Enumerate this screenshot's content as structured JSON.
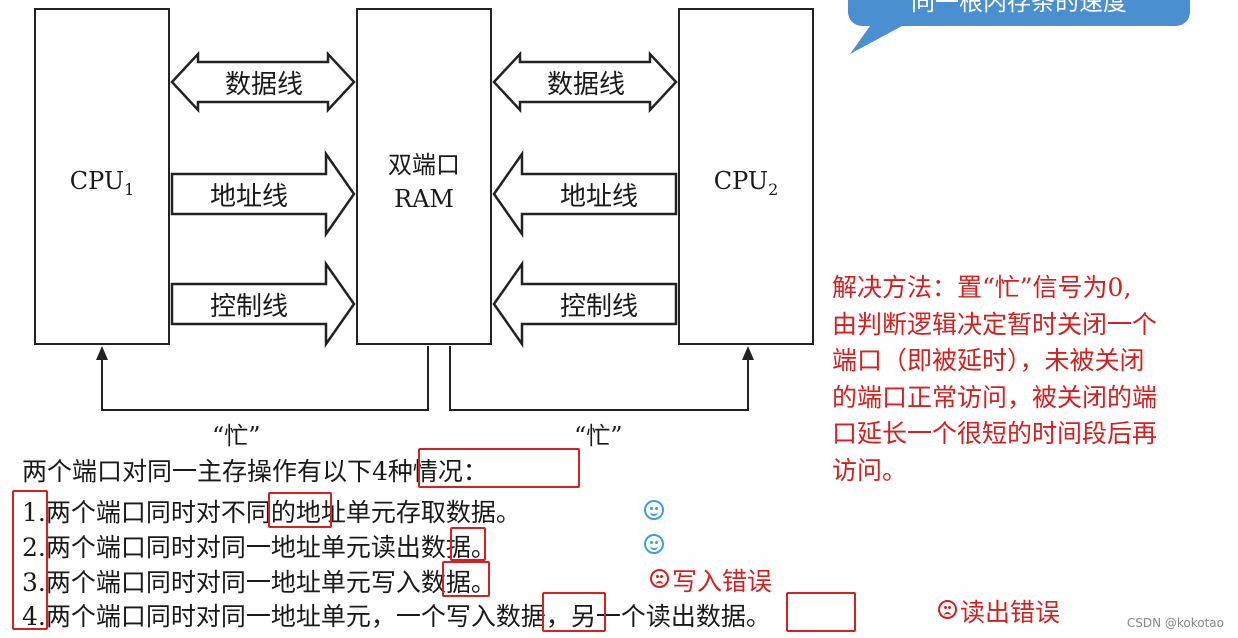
{
  "callout": {
    "text": "同一根内存条的速度"
  },
  "diagram": {
    "cpu1": {
      "label": "CPU",
      "sub": "1"
    },
    "cpu2": {
      "label": "CPU",
      "sub": "2"
    },
    "ram": {
      "line1": "双端口",
      "line2": "RAM"
    },
    "left_arrows": [
      "数据线",
      "地址线",
      "控制线"
    ],
    "right_arrows": [
      "数据线",
      "地址线",
      "控制线"
    ],
    "busy_left": "“忙”",
    "busy_right": "“忙”"
  },
  "solution": {
    "lines": [
      "解决方法：置“忙”信号为0,",
      "由判断逻辑决定暂时关闭一个",
      "端口（即被延时），未被关闭",
      "的端口正常访问，被关闭的端",
      "口延长一个很短的时间段后再",
      "访问。"
    ]
  },
  "cases": {
    "intro": "两个端口对同一主存操作有以下4种情况：",
    "items": [
      {
        "num": "1.",
        "text": "两个端口同时对不同的地址单元存取数据。",
        "status": "smile",
        "note": ""
      },
      {
        "num": "2.",
        "text": "两个端口同时对同一地址单元读出数据。",
        "status": "smile",
        "note": ""
      },
      {
        "num": "3.",
        "text": "两个端口同时对同一地址单元写入数据。",
        "status": "frown",
        "note": "写入错误"
      },
      {
        "num": "4.",
        "text": "两个端口同时对同一地址单元，一个写入数据，另一个读出数据。",
        "status": "frown",
        "note": "读出错误"
      }
    ]
  },
  "watermark": "CSDN @kokotao",
  "colors": {
    "accent_red": "#d61f1f",
    "callout_blue": "#4a90d0",
    "smile_blue": "#3aa0d8"
  }
}
